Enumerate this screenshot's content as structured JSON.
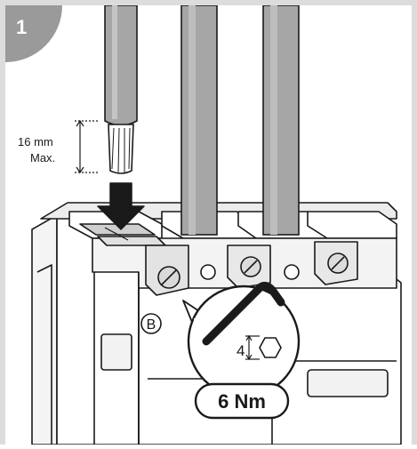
{
  "step": {
    "number": "1"
  },
  "callouts": {
    "strip_length_value": "16 mm",
    "strip_length_note": "Max.",
    "terminal_label": "B",
    "hex_key_size": "4",
    "torque": "6 Nm"
  },
  "colors": {
    "page_border": "#dcdcdc",
    "step_badge": "#9a9a9a",
    "cable": "#a6a6a6",
    "outline": "#1a1a1a",
    "body_fill": "#ffffff",
    "shade": "#e8e8e8"
  },
  "icons": {
    "tool": "hex-key-icon",
    "size_marker": "hexagon-icon",
    "direction": "down-arrow-icon"
  }
}
